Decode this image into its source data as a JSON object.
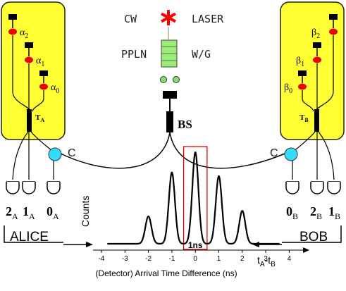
{
  "source": {
    "cw_label": "CW",
    "laser_label": "LASER",
    "ppln_label": "PPLN",
    "wg_label": "W/G",
    "bs_label": "BS"
  },
  "alice": {
    "name": "ALICE",
    "coupler_label": "C",
    "interferometer_label": "T",
    "interferometer_sub": "A",
    "phases": [
      {
        "sym": "α",
        "sub": "2"
      },
      {
        "sym": "α",
        "sub": "1"
      },
      {
        "sym": "α",
        "sub": "0"
      }
    ],
    "detectors": [
      {
        "num": "2",
        "sub": "A"
      },
      {
        "num": "1",
        "sub": "A"
      },
      {
        "num": "0",
        "sub": "A"
      }
    ]
  },
  "bob": {
    "name": "BOB",
    "coupler_label": "C",
    "interferometer_label": "T",
    "interferometer_sub": "B",
    "phases": [
      {
        "sym": "β",
        "sub": "2"
      },
      {
        "sym": "β",
        "sub": "1"
      },
      {
        "sym": "β",
        "sub": "0"
      }
    ],
    "detectors": [
      {
        "num": "0",
        "sub": "B"
      },
      {
        "num": "2",
        "sub": "B"
      },
      {
        "num": "1",
        "sub": "B"
      }
    ]
  },
  "colors": {
    "box_fill": "#ffff33",
    "laser_star": "#ff0000",
    "ppln_fill": "#99ee77",
    "ppln_dots": "#88dd66",
    "phase_shifter": "#ee0000",
    "coupler": "#33ddff",
    "highlight_box": "#dd0000"
  },
  "chart_data": {
    "type": "line",
    "ylabel": "Counts",
    "xlabel": "(Detector) Arrival Time Difference (ns)",
    "x_axis_end_label": "t",
    "x_axis_end_sub_a": "A",
    "x_axis_end_sub_b": "B",
    "x_ticks": [
      "-4",
      "-3",
      "-2",
      "-1",
      "0",
      "1",
      "2",
      "3",
      "4"
    ],
    "xlim": [
      -4,
      4.5
    ],
    "highlight_label": "1ns",
    "highlight_range": [
      -0.5,
      0.5
    ],
    "series": [
      {
        "peaks": [
          {
            "x": -2.0,
            "height": 0.3
          },
          {
            "x": -1.0,
            "height": 0.78
          },
          {
            "x": 0.0,
            "height": 1.0
          },
          {
            "x": 1.0,
            "height": 0.74
          },
          {
            "x": 2.0,
            "height": 0.36
          }
        ]
      }
    ]
  }
}
